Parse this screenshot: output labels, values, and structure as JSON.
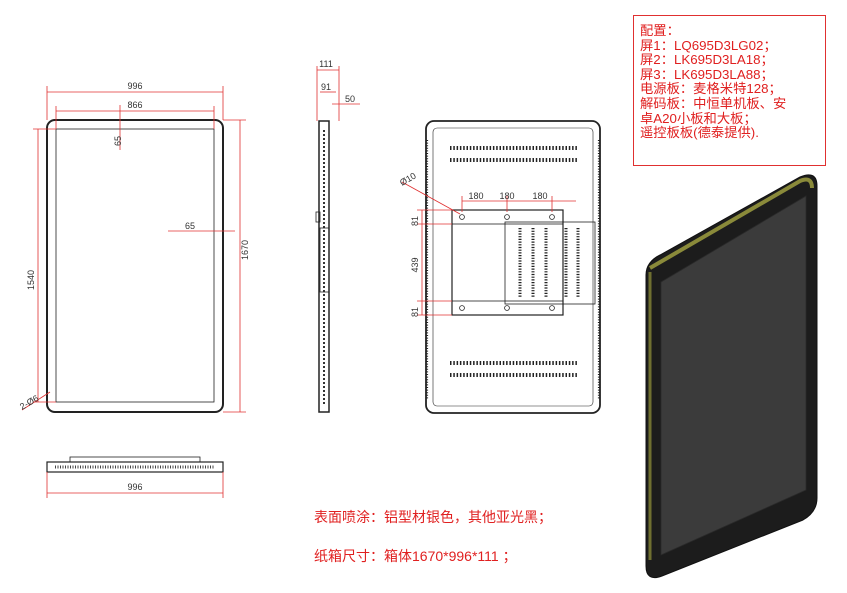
{
  "config": {
    "title": "配置：",
    "lines": [
      "屏1：LQ695D3LG02；",
      "屏2：LK695D3LA18；",
      "屏3：LK695D3LA88；",
      "电源板：麦格米特128；",
      "解码板：中恒单机板、安",
      "卓A20小板和大板；",
      "遥控板板(德泰提供)."
    ]
  },
  "notes": {
    "surface": "表面喷涂：铝型材银色，其他亚光黑；",
    "carton": "纸箱尺寸：箱体1670*996*111 ；"
  },
  "front_view": {
    "width_outer": "996",
    "width_inner": "866",
    "height_inner": "1540",
    "height_outer": "1670",
    "margin_top": "65",
    "margin_side": "65",
    "corner": "2-Ø6"
  },
  "side_view": {
    "depth_total": "111",
    "depth_mid": "91",
    "depth_small": "50"
  },
  "back_view": {
    "hole": "Ø10",
    "hole_spacing": [
      "180",
      "180",
      "180"
    ],
    "v_top": "81",
    "v_mid": "439",
    "v_bot": "81"
  },
  "bottom_view": {
    "width": "996"
  }
}
